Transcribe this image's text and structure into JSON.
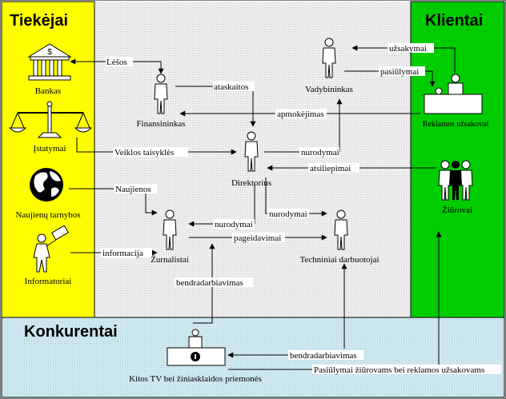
{
  "zones": {
    "suppliers": "Tiekėjai",
    "clients": "Klientai",
    "competitors": "Konkurentai"
  },
  "nodes": {
    "bank": "Bankas",
    "laws": "Įstatymai",
    "news_services": "Naujienų tarnybos",
    "informants": "Informatoriai",
    "financier": "Finansininkas",
    "manager": "Vadybininkas",
    "director": "Direktorius",
    "journalists": "Žurnalistai",
    "technical_staff": "Techniniai darbuotojai",
    "advertisers": "Reklamos užsakovai",
    "viewers": "Žiūrovai",
    "other_media": "Kitos TV bei žiniasklaidos priemonės"
  },
  "edges": {
    "funds": "Lėšos",
    "reports": "ataskaitos",
    "orders": "užsakymai",
    "offers": "pasiūlymai",
    "payments": "apmokėjimas",
    "rules": "Veiklos taisyklės",
    "instructions_manager": "nurodymai",
    "feedback": "atsiliepimai",
    "news": "Naujienos",
    "instructions_tech": "nurodymai",
    "instructions_journalists": "nurodymai",
    "wishes": "pageidavimai",
    "information": "informacija",
    "cooperation_vertical": "bendradarbiavimas",
    "cooperation_horizontal": "bendradarbiavimas",
    "offers_to_viewers": "Pasiūlymai žiūrovams bei reklamos užsakovams"
  },
  "colors": {
    "suppliers_bg": "#ffff00",
    "clients_bg": "#00cc00",
    "center_bg": "#e8e8e8",
    "competitors_bg": "#c4e4ee",
    "line": "#000000"
  }
}
